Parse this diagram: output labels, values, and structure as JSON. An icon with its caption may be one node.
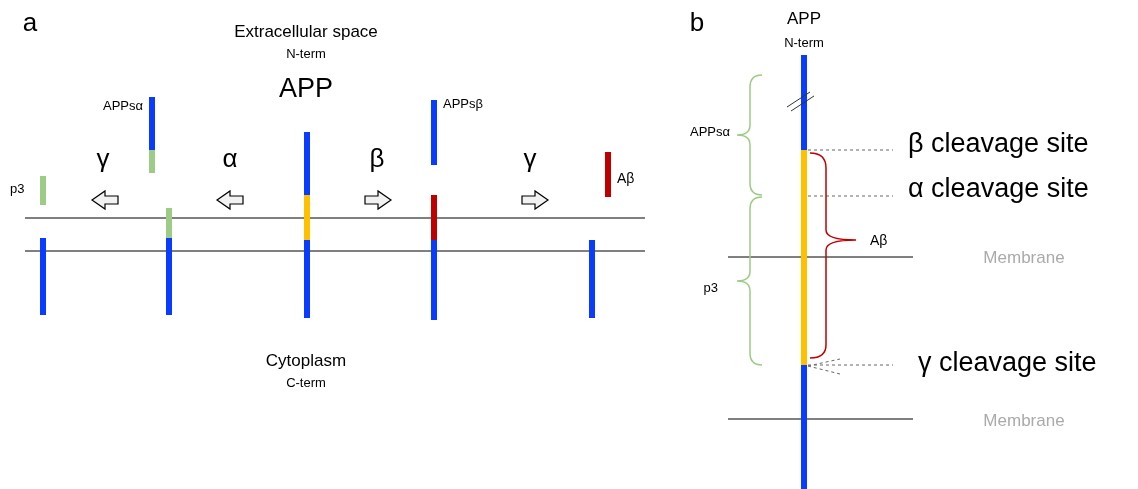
{
  "diagram": {
    "labels": [
      "a",
      "Extracellular space",
      "N-term",
      "APP",
      "APPsα",
      "γ",
      "α",
      "β",
      "γ",
      "APPsβ",
      "Aβ",
      "p3",
      "Cytoplasm",
      "C-term",
      "b",
      "APP",
      "N-term",
      "APPsα",
      "β cleavage site",
      "α cleavage site",
      "Aβ",
      "Membrane",
      "p3",
      "γ cleavage site",
      "Membrane"
    ]
  }
}
